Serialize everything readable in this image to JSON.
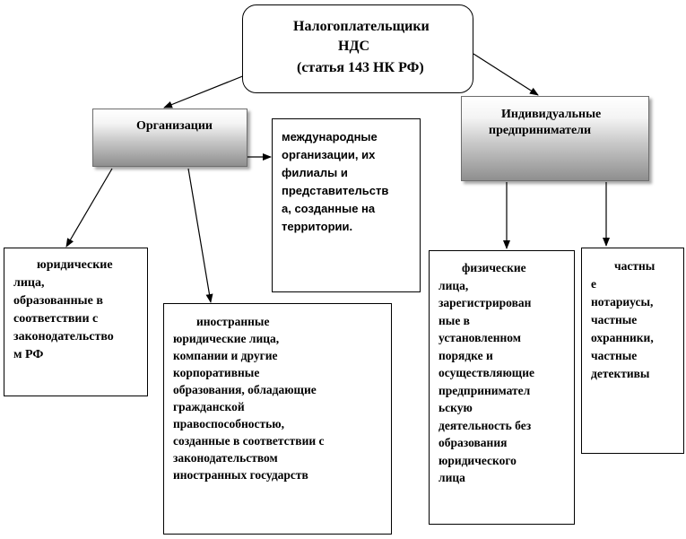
{
  "root": {
    "line1": "Налогоплательщики",
    "line2": "НДС",
    "line3": "(статья 143 НК РФ)"
  },
  "organizations": {
    "label": "Организации"
  },
  "entrepreneurs": {
    "line1": "Индивидуальные",
    "line2": "предприниматели"
  },
  "international": {
    "lines": [
      "международные",
      "организации, их",
      "филиалы и",
      "представительств",
      "а, созданные на",
      "территории."
    ]
  },
  "legal_entities": {
    "lines": [
      "юридические",
      "лица,",
      "образованные в",
      "соответствии с",
      "законодательство",
      "м РФ"
    ]
  },
  "foreign": {
    "lines": [
      "иностранные",
      "юридические лица,",
      "компании и другие",
      "корпоративные",
      "образования, обладающие",
      "гражданской",
      "правоспособностью,",
      "созданные в соответствии с",
      "законодательством",
      "иностранных государств"
    ]
  },
  "individuals": {
    "lines": [
      "физические",
      "лица,",
      "зарегистрирован",
      "ные в",
      "установленном",
      "порядке и",
      "осуществляющие",
      "предпринимател",
      "ьскую",
      "деятельность без",
      "образования",
      "юридического",
      "лица"
    ]
  },
  "private": {
    "lines": [
      "частны",
      "е",
      "нотариусы,",
      "частные",
      "охранники,",
      "частные",
      "детективы"
    ]
  }
}
